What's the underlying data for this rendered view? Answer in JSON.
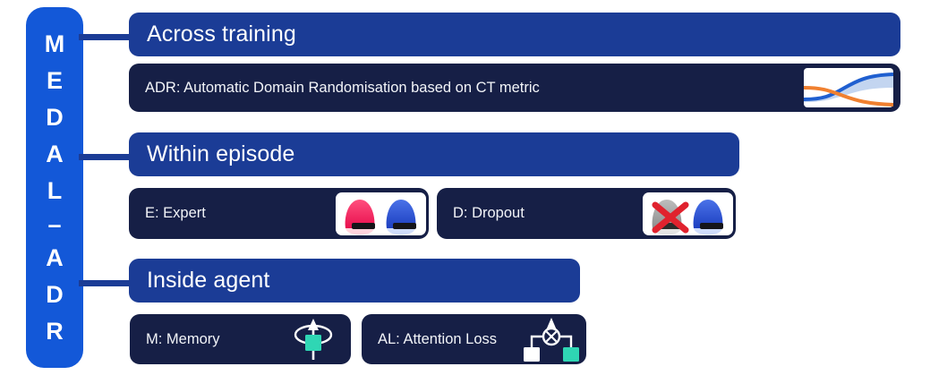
{
  "figure": {
    "title_acronym": "MEDAL-ADR",
    "spine_letters": [
      "M",
      "E",
      "D",
      "A",
      "L",
      "–",
      "A",
      "D",
      "R"
    ],
    "colors": {
      "spine_blue": "#1358d8",
      "header_blue": "#1b3c96",
      "card_navy": "#161f46",
      "accent_teal": "#2fd6b4",
      "accent_orange": "#f08030",
      "accent_curve_blue": "#1f5fd0",
      "agent_pink": "#f4265e",
      "agent_blue": "#2f58d8",
      "agent_grey": "#9a9a9a",
      "cross_red": "#e0222e",
      "background": "#ffffff"
    }
  },
  "sections": [
    {
      "header": "Across training",
      "items": [
        {
          "label": "ADR: Automatic Domain Randomisation based on CT metric",
          "icon": "sigmoid-curves-chart-icon"
        }
      ]
    },
    {
      "header": "Within episode",
      "items": [
        {
          "label": "E: Expert",
          "icon": "two-agents-pink-blue-icon"
        },
        {
          "label": "D: Dropout",
          "icon": "agent-crossed-out-plus-agent-icon"
        }
      ]
    },
    {
      "header": "Inside agent",
      "items": [
        {
          "label": "M: Memory",
          "icon": "memory-recurrence-arrow-icon"
        },
        {
          "label": "AL: Attention Loss",
          "icon": "attention-node-squares-icon"
        }
      ]
    }
  ]
}
